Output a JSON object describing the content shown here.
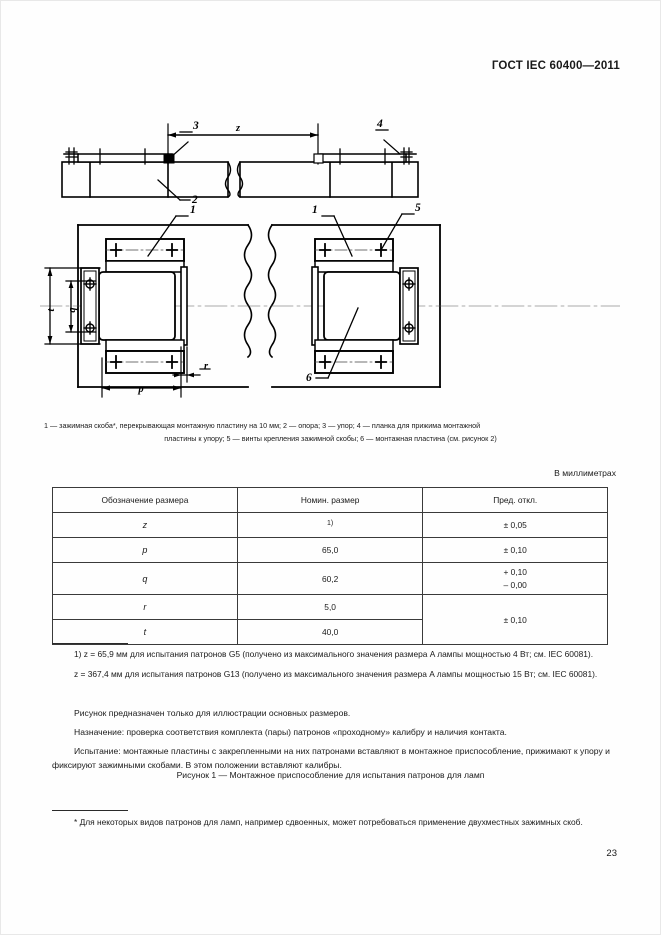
{
  "header": {
    "standard_title": "ГОСТ IEC 60400—2011"
  },
  "figure": {
    "dimension_labels": {
      "z": "z",
      "p": "p",
      "q": "q",
      "r": "r",
      "t": "t"
    },
    "callouts": {
      "one_left": "1",
      "one_right": "1",
      "two": "2",
      "three": "3",
      "four": "4",
      "five": "5",
      "six": "6"
    },
    "legend_line1": "1 — зажимная скоба*, перекрывающая монтажную пластину на 10 мм; 2 — опора; 3 — упор; 4 — планка для прижима монтажной",
    "legend_line2": "пластины к упору; 5 — винты крепления зажимной скобы; 6 — монтажная пластина (см. рисунок 2)",
    "caption": "Рисунок 1 — Монтажное приспособление для испытания патронов для ламп"
  },
  "units_note": "В миллиметрах",
  "table": {
    "headers": [
      "Обозначение размера",
      "Номин. размер",
      "Пред. откл."
    ],
    "rows": [
      {
        "symbol": "z",
        "nominal": "1)",
        "nominal_is_footnote": true,
        "tolerance": "± 0,05"
      },
      {
        "symbol": "p",
        "nominal": "65,0",
        "tolerance": "± 0,10"
      },
      {
        "symbol": "q",
        "nominal": "60,2",
        "tolerance_line1": "+ 0,10",
        "tolerance_line2": "– 0,00"
      },
      {
        "symbol": "r",
        "nominal": "5,0",
        "tolerance": "± 0,10"
      },
      {
        "symbol": "t",
        "nominal": "40,0"
      }
    ]
  },
  "footnote_1": {
    "para1": "1) z = 65,9 мм для испытания патронов G5 (получено из максимального значения размера A лампы мощностью 4 Вт; см. IEC 60081).",
    "para2": "z = 367,4 мм для испытания патронов G13 (получено из максимального значения размера A лампы мощностью 15 Вт; см. IEC 60081)."
  },
  "body": {
    "para1": "Рисунок предназначен только для иллюстрации основных размеров.",
    "para2": "Назначение: проверка соответствия комплекта (пары) патронов «проходному» калибру и наличия контакта.",
    "para3": "Испытание: монтажные пластины с закрепленными на них патронами вставляют в монтажное приспособление, прижимают к упору и фиксируют зажимными скобами. В этом положении вставляют калибры."
  },
  "footnote_2": {
    "text": "* Для некоторых видов патронов для ламп, например сдвоенных, может потребоваться применение двухместных зажимных скоб."
  },
  "page_number": "23",
  "colors": {
    "ink": "#1a1a1a",
    "line": "#000000",
    "paper": "#fefefe",
    "rule": "#3a3a3a"
  }
}
